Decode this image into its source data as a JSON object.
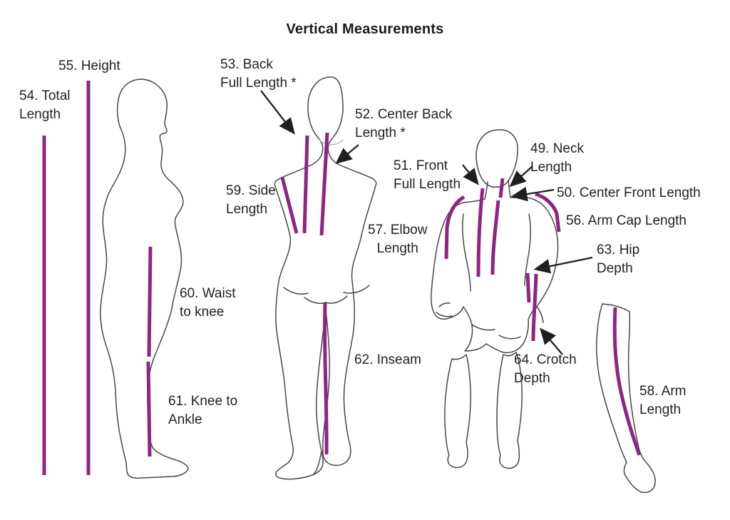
{
  "title": "Vertical Measurements",
  "colors": {
    "measure_line": "#8E2583",
    "figure_outline": "#474747",
    "arrow": "#1f1f1f",
    "text": "#231F20",
    "background": "#FFFFFF"
  },
  "labels": {
    "height": "55. Height",
    "total_length": "54. Total\nLength",
    "back_full_length": "53. Back\nFull Length *",
    "center_back_length": "52. Center Back\nLength *",
    "side_length": "59. Side\nLength",
    "waist_to_knee": "60. Waist\nto knee",
    "knee_to_ankle": "61. Knee to\nAnkle",
    "inseam": "62. Inseam",
    "elbow_length": "57. Elbow\nLength",
    "front_full_length": "51. Front\nFull Length",
    "neck_length": "49. Neck\nLength",
    "center_front_length": "50. Center Front Length",
    "arm_cap_length": "56. Arm Cap Length",
    "hip_depth": "63. Hip\nDepth",
    "crotch_depth": "64. Crotch\nDepth",
    "arm_length": "58. Arm\nLength"
  },
  "measurements": [
    {
      "number": 49,
      "name": "Neck Length"
    },
    {
      "number": 50,
      "name": "Center Front Length"
    },
    {
      "number": 51,
      "name": "Front Full Length"
    },
    {
      "number": 52,
      "name": "Center Back Length",
      "note": "*"
    },
    {
      "number": 53,
      "name": "Back Full Length",
      "note": "*"
    },
    {
      "number": 54,
      "name": "Total Length"
    },
    {
      "number": 55,
      "name": "Height"
    },
    {
      "number": 56,
      "name": "Arm Cap Length"
    },
    {
      "number": 57,
      "name": "Elbow Length"
    },
    {
      "number": 58,
      "name": "Arm Length"
    },
    {
      "number": 59,
      "name": "Side Length"
    },
    {
      "number": 60,
      "name": "Waist to knee"
    },
    {
      "number": 61,
      "name": "Knee to Ankle"
    },
    {
      "number": 62,
      "name": "Inseam"
    },
    {
      "number": 63,
      "name": "Hip Depth"
    },
    {
      "number": 64,
      "name": "Crotch Depth"
    }
  ]
}
